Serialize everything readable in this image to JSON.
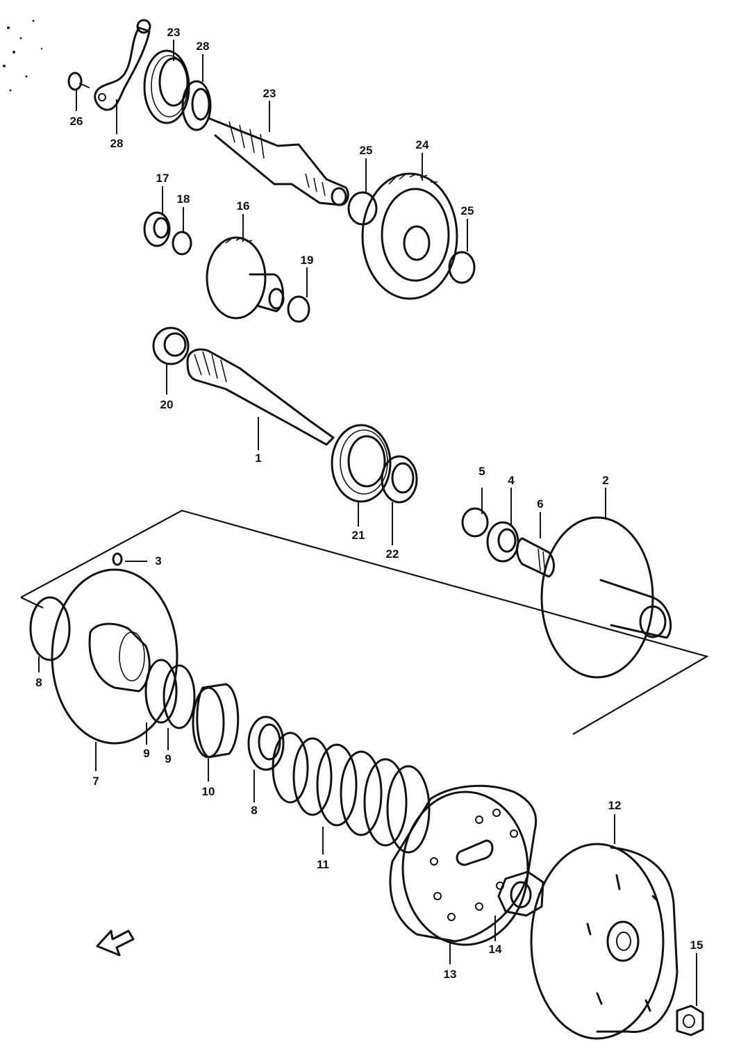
{
  "colors": {
    "ink": "#111111",
    "paper": "#ffffff"
  },
  "labels": [
    {
      "id": "p1",
      "text": "1"
    },
    {
      "id": "p2",
      "text": "2"
    },
    {
      "id": "p3",
      "text": "3"
    },
    {
      "id": "p4",
      "text": "4"
    },
    {
      "id": "p5",
      "text": "5"
    },
    {
      "id": "p6",
      "text": "6"
    },
    {
      "id": "p7",
      "text": "7"
    },
    {
      "id": "p8a",
      "text": "8"
    },
    {
      "id": "p8b",
      "text": "8"
    },
    {
      "id": "p9a",
      "text": "9"
    },
    {
      "id": "p9b",
      "text": "9"
    },
    {
      "id": "p10",
      "text": "10"
    },
    {
      "id": "p11",
      "text": "11"
    },
    {
      "id": "p12",
      "text": "12"
    },
    {
      "id": "p13",
      "text": "13"
    },
    {
      "id": "p14",
      "text": "14"
    },
    {
      "id": "p15",
      "text": "15"
    },
    {
      "id": "p16",
      "text": "16"
    },
    {
      "id": "p17",
      "text": "17"
    },
    {
      "id": "p18",
      "text": "18"
    },
    {
      "id": "p19",
      "text": "19"
    },
    {
      "id": "p20",
      "text": "20"
    },
    {
      "id": "p21",
      "text": "21"
    },
    {
      "id": "p22",
      "text": "22"
    },
    {
      "id": "p23a",
      "text": "23"
    },
    {
      "id": "p23b",
      "text": "23"
    },
    {
      "id": "p24",
      "text": "24"
    },
    {
      "id": "p25a",
      "text": "25"
    },
    {
      "id": "p25b",
      "text": "25"
    },
    {
      "id": "p26",
      "text": "26"
    },
    {
      "id": "p28a",
      "text": "28"
    },
    {
      "id": "p28b",
      "text": "28"
    }
  ]
}
